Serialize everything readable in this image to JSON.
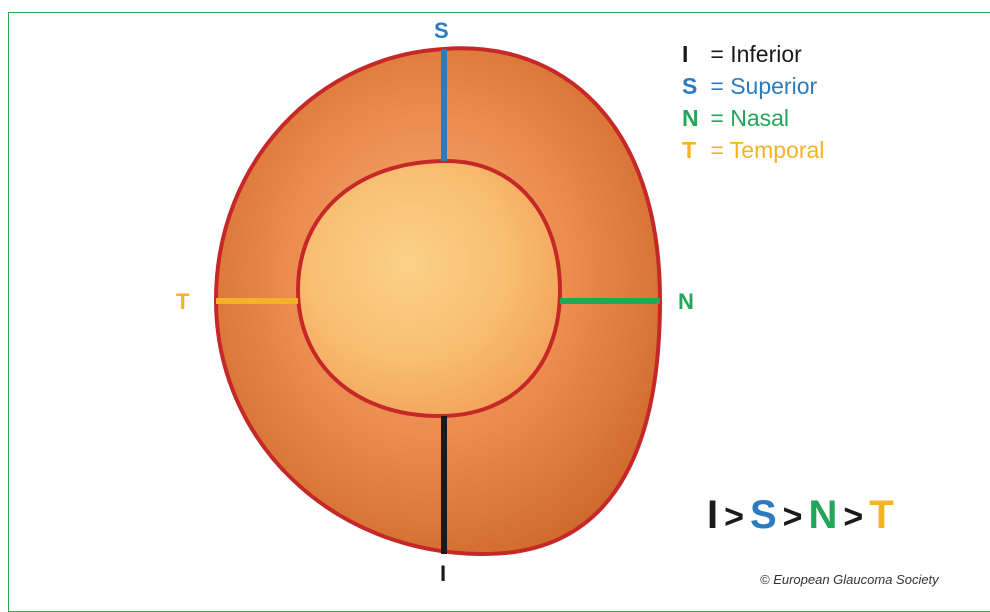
{
  "colors": {
    "inferior": "#1a1a1a",
    "superior": "#2c7bbf",
    "nasal": "#22a65a",
    "temporal": "#f5b324",
    "rim_border": "#c62828",
    "frame": "#2eaa4a"
  },
  "axis_labels": {
    "superior": "S",
    "inferior": "I",
    "nasal": "N",
    "temporal": "T"
  },
  "legend": [
    {
      "key": "I",
      "text": "= Inferior",
      "color_key": "inferior"
    },
    {
      "key": "S",
      "text": "= Superior",
      "color_key": "superior"
    },
    {
      "key": "N",
      "text": "= Nasal",
      "color_key": "nasal"
    },
    {
      "key": "T",
      "text": "= Temporal",
      "color_key": "temporal"
    }
  ],
  "inequality": {
    "terms": [
      "I",
      "S",
      "N",
      "T"
    ],
    "operator": ">"
  },
  "copyright": "© European Glaucoma Society"
}
